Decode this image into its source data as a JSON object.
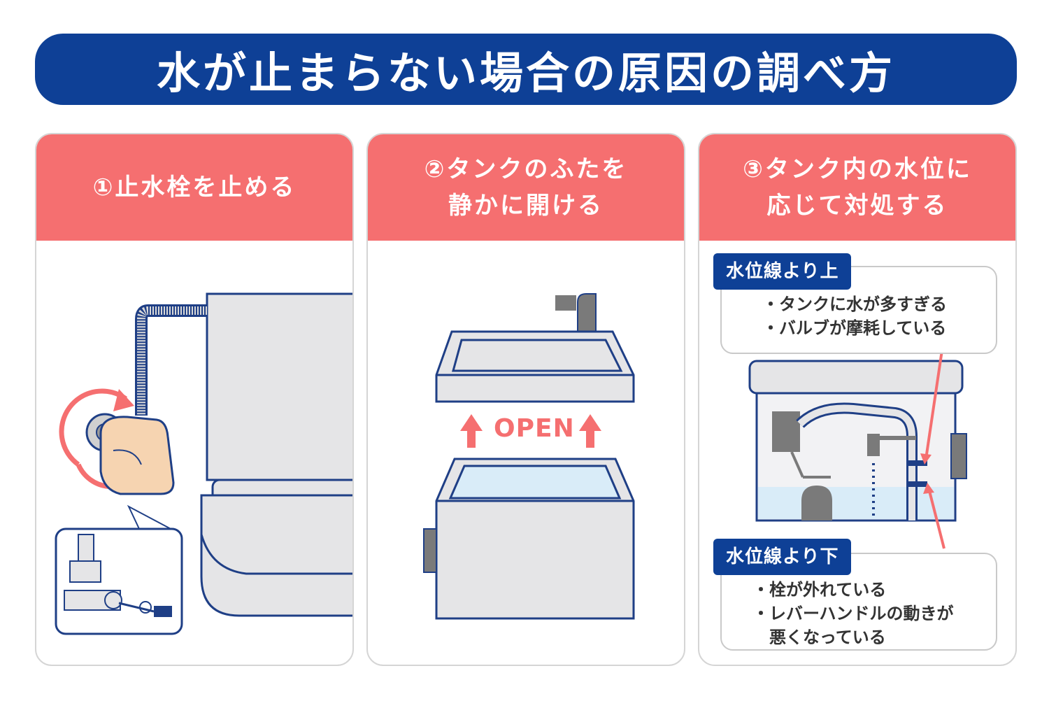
{
  "title": "水が止まらない場合の原因の調べ方",
  "steps": [
    {
      "lines": [
        "①止水栓を止める"
      ]
    },
    {
      "lines": [
        "②タンクのふたを",
        "静かに開ける"
      ],
      "open_label": "OPEN"
    },
    {
      "lines": [
        "③タンク内の水位に",
        "応じて対処する"
      ]
    }
  ],
  "water_above": {
    "label": "水位線より上",
    "items": [
      "・タンクに水が多すぎる",
      "・バルブが摩耗している"
    ]
  },
  "water_below": {
    "label": "水位線より下",
    "items": [
      "・栓が外れている",
      "・レバーハンドルの動きが",
      "　悪くなっている"
    ]
  },
  "colors": {
    "navy": "#0e4096",
    "coral": "#f56f70",
    "gray": "#e5e5e7",
    "outline": "#1f3f86",
    "water": "#d9ecf8",
    "dark": "#7a7a7a"
  }
}
